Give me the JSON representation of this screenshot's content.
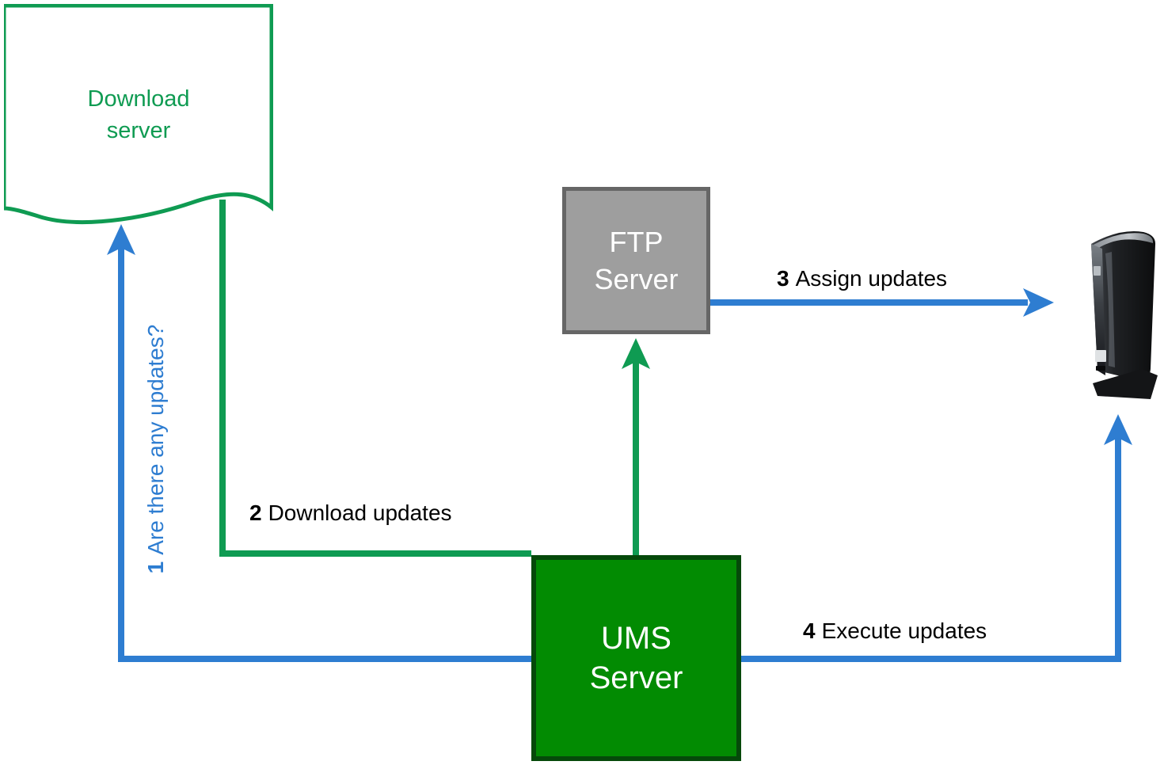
{
  "nodes": {
    "download_server": {
      "label": "Download server"
    },
    "ftp_server": {
      "label": "FTP Server"
    },
    "ums_server": {
      "label": "UMS Server"
    },
    "thin_client": {
      "icon": "thin-client-device"
    }
  },
  "steps": [
    {
      "number": "1",
      "label": "Are there any updates?",
      "from": "ums_server",
      "to": "download_server"
    },
    {
      "number": "2",
      "label": "Download updates",
      "from": "download_server",
      "to": "ums_server"
    },
    {
      "number": "3",
      "label": "Assign updates",
      "from": "ftp_server",
      "to": "thin_client"
    },
    {
      "number": "4",
      "label": "Execute updates",
      "from": "ums_server",
      "to": "thin_client"
    }
  ],
  "colors": {
    "green_line": "#0f9b52",
    "green_box_fill": "#028b02",
    "green_box_border": "#05490a",
    "gray_box_fill": "#9e9e9e",
    "gray_box_border": "#666666",
    "blue_line": "#2e7dd1",
    "label_text": "#000000",
    "node_text": "#ffffff"
  }
}
